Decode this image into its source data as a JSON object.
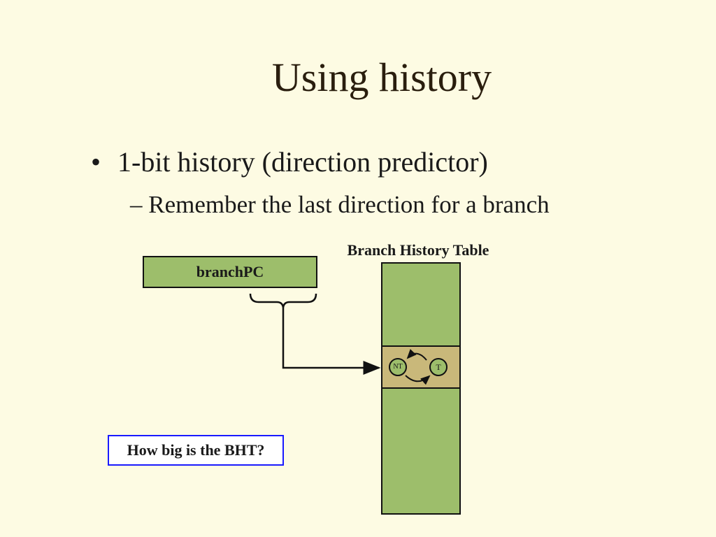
{
  "slide": {
    "title": "Using history",
    "bullet": "1-bit history (direction predictor)",
    "sub_bullet": "– Remember the last direction for a branch"
  },
  "diagram": {
    "pc_label": "branchPC",
    "bht_caption": "Branch History Table",
    "states": [
      "NT",
      "T"
    ],
    "question": "How big is the BHT?"
  },
  "colors": {
    "background": "#fdfbe3",
    "box_green": "#9dbe6b",
    "entry_tan": "#c9b87a",
    "question_border": "#1a1aff"
  }
}
